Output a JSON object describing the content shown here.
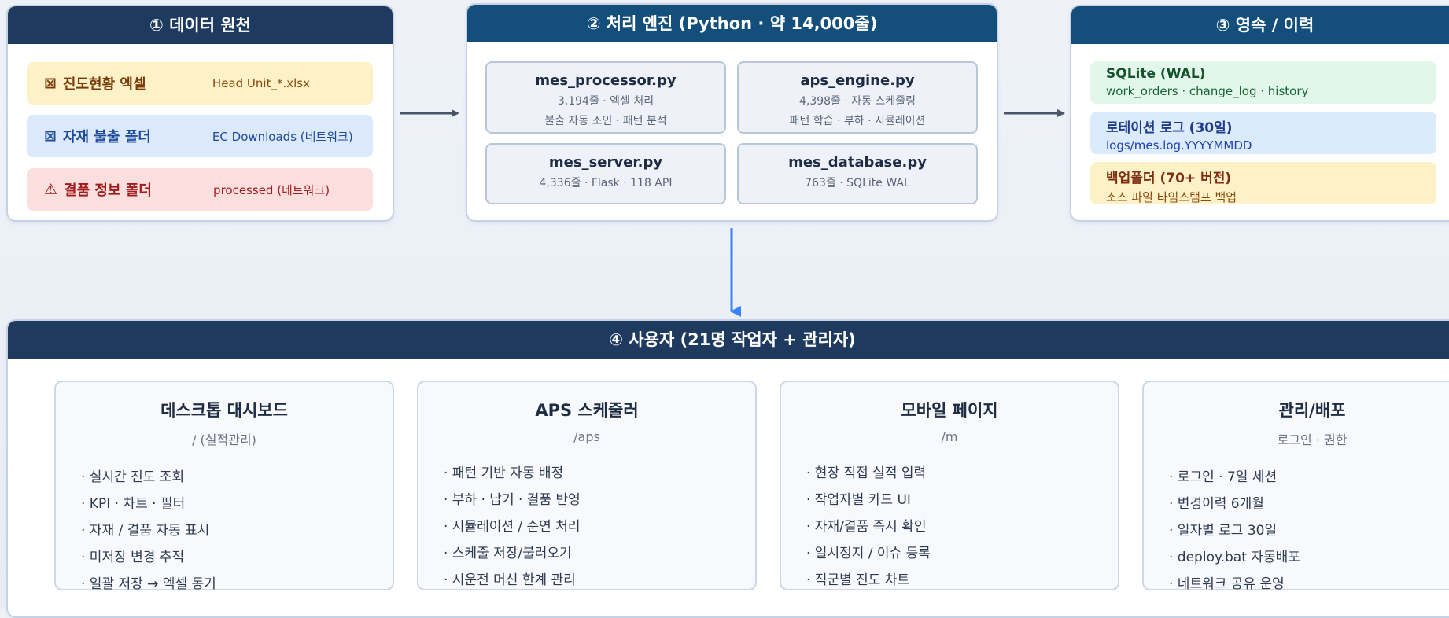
{
  "sources": {
    "header": "① 데이터 원천",
    "items": [
      {
        "icon": "⊠",
        "title": "진도현황 엑셀",
        "value": "Head Unit_*.xlsx"
      },
      {
        "icon": "⊠",
        "title": "자재 불출 폴더",
        "value": "EC Downloads (네트워크)"
      },
      {
        "icon": "⚠",
        "title": "결품 정보 폴더",
        "value": "processed (네트워크)"
      }
    ]
  },
  "engine": {
    "header": "② 처리 엔진 (Python · 약 14,000줄)",
    "modules": [
      {
        "name": "mes_processor.py",
        "line1": "3,194줄 · 엑셀 처리",
        "line2": "불출 자동 조인 · 패턴 분석"
      },
      {
        "name": "aps_engine.py",
        "line1": "4,398줄 · 자동 스케줄링",
        "line2": "패턴 학습 · 부하 · 시뮬레이션"
      },
      {
        "name": "mes_server.py",
        "line1": "4,336줄 · Flask · 118 API",
        "line2": ""
      },
      {
        "name": "mes_database.py",
        "line1": "763줄 · SQLite WAL",
        "line2": ""
      }
    ]
  },
  "storage": {
    "header": "③ 영속 / 이력",
    "items": [
      {
        "title": "SQLite (WAL)",
        "sub": "work_orders · change_log · history"
      },
      {
        "title": "로테이션 로그 (30일)",
        "sub": "logs/mes.log.YYYYMMDD"
      },
      {
        "title": "백업폴더 (70+ 버전)",
        "sub": "소스 파일 타임스탬프 백업"
      }
    ]
  },
  "users": {
    "header": "④ 사용자 (21명 작업자 + 관리자)",
    "cards": [
      {
        "title": "데스크톱 대시보드",
        "sub": "/ (실적관리)",
        "items": [
          "· 실시간 진도 조회",
          "· KPI · 차트 · 필터",
          "· 자재 / 결품 자동 표시",
          "· 미저장 변경 추적",
          "· 일괄 저장 → 엑셀 동기"
        ]
      },
      {
        "title": "APS 스케줄러",
        "sub": "/aps",
        "items": [
          "· 패턴 기반 자동 배정",
          "· 부하 · 납기 · 결품 반영",
          "· 시뮬레이션 / 순연 처리",
          "· 스케줄 저장/불러오기",
          "· 시운전 머신 한계 관리"
        ]
      },
      {
        "title": "모바일 페이지",
        "sub": "/m",
        "items": [
          "· 현장 직접 실적 입력",
          "· 작업자별 카드 UI",
          "· 자재/결품 즉시 확인",
          "· 일시정지 / 이슈 등록",
          "· 직군별 진도 차트"
        ]
      },
      {
        "title": "관리/배포",
        "sub": "로그인 · 권한",
        "items": [
          "· 로그인 · 7일 세션",
          "· 변경이력 6개월",
          "· 일자별 로그 30일",
          "· deploy.bat 자동배포",
          "· 네트워크 공유 운영"
        ]
      }
    ]
  }
}
